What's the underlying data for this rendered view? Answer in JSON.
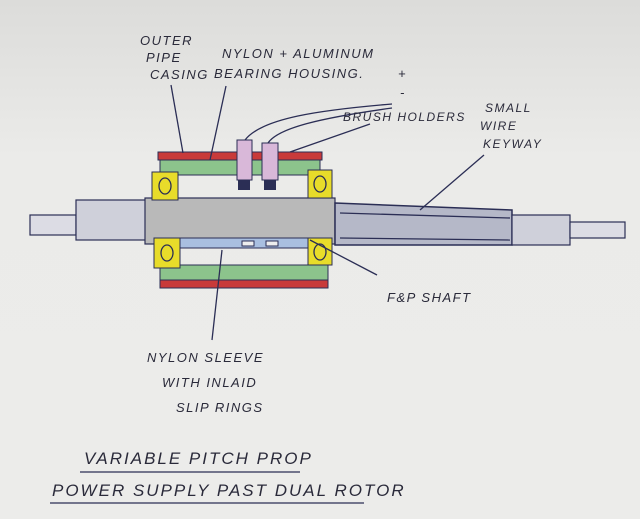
{
  "labels": {
    "outer_1": "OUTER",
    "outer_2": "PIPE",
    "outer_3": "CASING",
    "housing_1": "NYLON + ALUMINUM",
    "housing_2": "BEARING HOUSING.",
    "plus": "+",
    "minus": "-",
    "brush": "BRUSH HOLDERS",
    "keyway_1": "SMALL",
    "keyway_2": "WIRE",
    "keyway_3": "KEYWAY",
    "shaft": "F&P SHAFT",
    "sleeve_1": "NYLON SLEEVE",
    "sleeve_2": "WITH INLAID",
    "sleeve_3": "SLIP RINGS"
  },
  "title": {
    "line1": "VARIABLE PITCH PROP",
    "line2": "POWER SUPPLY PAST DUAL ROTOR"
  },
  "colors": {
    "casing": "#c83a3a",
    "housing": "#6fb56f",
    "bearing": "#e8dc2a",
    "brush": "#c9a6c9",
    "sleeve": "#7d9cc9",
    "shaft": "#b9b9b9"
  }
}
